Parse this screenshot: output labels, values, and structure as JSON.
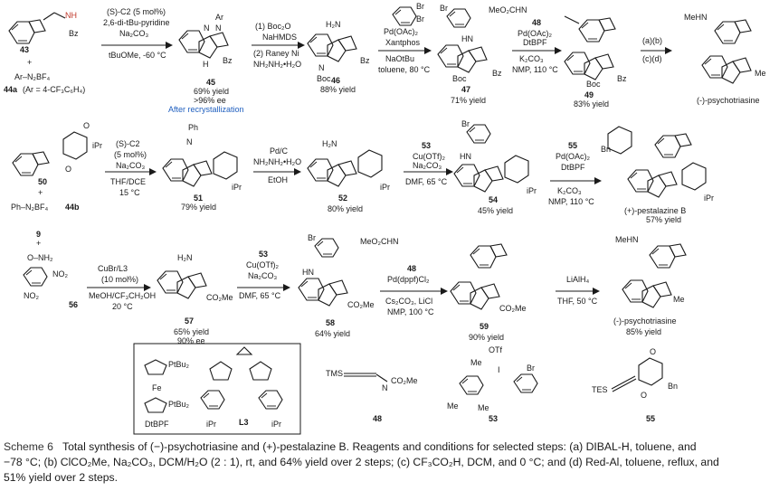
{
  "row1": {
    "reactant_43": "43",
    "reactant_44a": "44a",
    "reactant_44a_formula": "Ar–N₂BF₄",
    "reactant_44a_def": "(Ar = 4-CF₃C₆H₄)",
    "nh_label": "NH",
    "bz_label": "Bz",
    "step1": [
      "(S)-C2 (5 mol%)",
      "2,6-di-tBu-pyridine",
      "Na₂CO₃",
      "tBuOMe, -60 °C"
    ],
    "cpd45": "45",
    "cpd45_yield": "69% yield",
    "cpd45_ee": ">96% ee",
    "cpd45_note": "After recrystallization",
    "step2": [
      "(1) Boc₂O",
      "NaHMDS",
      "(2) Raney Ni",
      "NH₂NH₂•H₂O"
    ],
    "cpd46": "46",
    "cpd46_yield": "88% yield",
    "step3": [
      "Pd(OAc)₂",
      "Xantphos",
      "NaOtBu",
      "toluene, 80 °C"
    ],
    "cpd47": "47",
    "cpd47_yield": "71% yield",
    "step4_reagent": "48",
    "step4": [
      "Pd(OAc)₂",
      "DtBPF",
      "K₂CO₃",
      "NMP, 110 °C"
    ],
    "cpd49": "49",
    "cpd49_yield": "83% yield",
    "step5": [
      "(a)(b)",
      "(c)(d)"
    ],
    "product1": "(-)-psychotriasine",
    "meo2cchn": "MeO₂CHN",
    "mehn": "MeHN",
    "me": "Me",
    "boc": "Boc",
    "br": "Br",
    "h": "H",
    "n": "N",
    "ar": "Ar",
    "h2n": "H₂N",
    "hn": "HN"
  },
  "row2": {
    "cpd50": "50",
    "cpd44b": "44b",
    "cpd44b_formula": "Ph–N₂BF₄",
    "ipr": "iPr",
    "ph": "Ph",
    "bn": "Bn",
    "o": "O",
    "step1": [
      "(S)-C2",
      "(5 mol%)",
      "Na₂CO₃",
      "THF/DCE",
      "15 °C"
    ],
    "cpd51": "51",
    "cpd51_yield": "79% yield",
    "step2": [
      "Pd/C",
      "NH₂NH₂•H₂O",
      "EtOH"
    ],
    "cpd52": "52",
    "cpd52_yield": "80% yield",
    "step3_reagent": "53",
    "step3": [
      "Cu(OTf)₂",
      "Na₂CO₃",
      "DMF, 65 °C"
    ],
    "cpd54": "54",
    "cpd54_yield": "45% yield",
    "step4_reagent": "55",
    "step4": [
      "Pd(OAc)₂",
      "DtBPF",
      "K₂CO₃",
      "NMP, 110 °C"
    ],
    "product2": "(+)-pestalazine B",
    "product2_yield": "57% yield"
  },
  "row3": {
    "cpd9": "9",
    "plus": "+",
    "cpd56": "56",
    "onh2": "O–NH₂",
    "no2": "NO₂",
    "step1": [
      "CuBr/L3",
      "(10 mol%)",
      "MeOH/CF₃CH₂OH",
      "20 °C"
    ],
    "cpd57": "57",
    "cpd57_yield": "65% yield",
    "cpd57_ee": "90% ee",
    "co2me": "CO₂Me",
    "step2_reagent": "53",
    "step2": [
      "Cu(OTf)₂",
      "Na₂CO₃",
      "DMF, 65 °C"
    ],
    "cpd58": "58",
    "cpd58_yield": "64% yield",
    "step3_reagent": "48",
    "step3": [
      "Pd(dppf)Cl₂",
      "Cs₂CO₃, LiCl",
      "NMP, 100 °C"
    ],
    "cpd59": "59",
    "cpd59_yield": "90% yield",
    "step4": [
      "LiAlH₄",
      "THF, 50 °C"
    ],
    "product3": "(-)-psychotriasine",
    "product3_yield": "85% yield"
  },
  "bottom": {
    "ptbu2_top": "PtBu₂",
    "ptbu2_bot": "PtBu₂",
    "fe": "Fe",
    "dtbpf": "DtBPF",
    "l3": "L3",
    "ipr": "iPr",
    "tms": "TMS",
    "tes": "TES",
    "co2me_48": "CO₂Me",
    "cpd48": "48",
    "otf": "OTf",
    "i_plus": "I",
    "me_label": "Me",
    "cpd53": "53",
    "cpd55": "55"
  },
  "caption": {
    "lead": "Scheme 6",
    "title": "Total synthesis of (−)-psychotriasine and (+)-pestalazine B. Reagents and conditions for selected steps: (a) DIBAL-H, toluene, and",
    "line2": "−78 °C; (b) ClCO₂Me, Na₂CO₃, DCM/H₂O (2 : 1), rt, and 64% yield over 2 steps; (c) CF₃CO₂H, DCM, and 0 °C; and (d) Red-Al, toluene, reflux, and",
    "line3": "51% yield over 2 steps."
  },
  "colors": {
    "ink": "#1a1a1a",
    "note_blue": "#1f5fbf",
    "nh_red": "#c0392b"
  }
}
